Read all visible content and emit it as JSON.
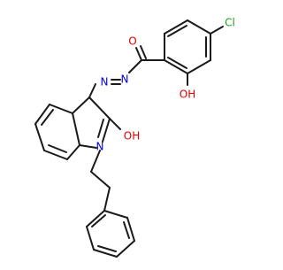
{
  "molecule": {
    "atom_labels": [
      {
        "id": "label-cl",
        "text": "Cl",
        "color": "#1ba01b"
      },
      {
        "id": "label-o-carbonyl",
        "text": "O",
        "color": "#e00000"
      },
      {
        "id": "label-n-azo-1",
        "text": "N",
        "color": "#0000e0"
      },
      {
        "id": "label-n-azo-2",
        "text": "N",
        "color": "#0000e0"
      },
      {
        "id": "label-oh-phenol",
        "text": "OH",
        "color": "#e00000"
      },
      {
        "id": "label-oh-indole",
        "text": "OH",
        "color": "#e00000"
      },
      {
        "id": "label-n-indole",
        "text": "N",
        "color": "#0000e0"
      }
    ],
    "colors": {
      "bond": "#1a1a1a",
      "background": "#ffffff"
    }
  }
}
